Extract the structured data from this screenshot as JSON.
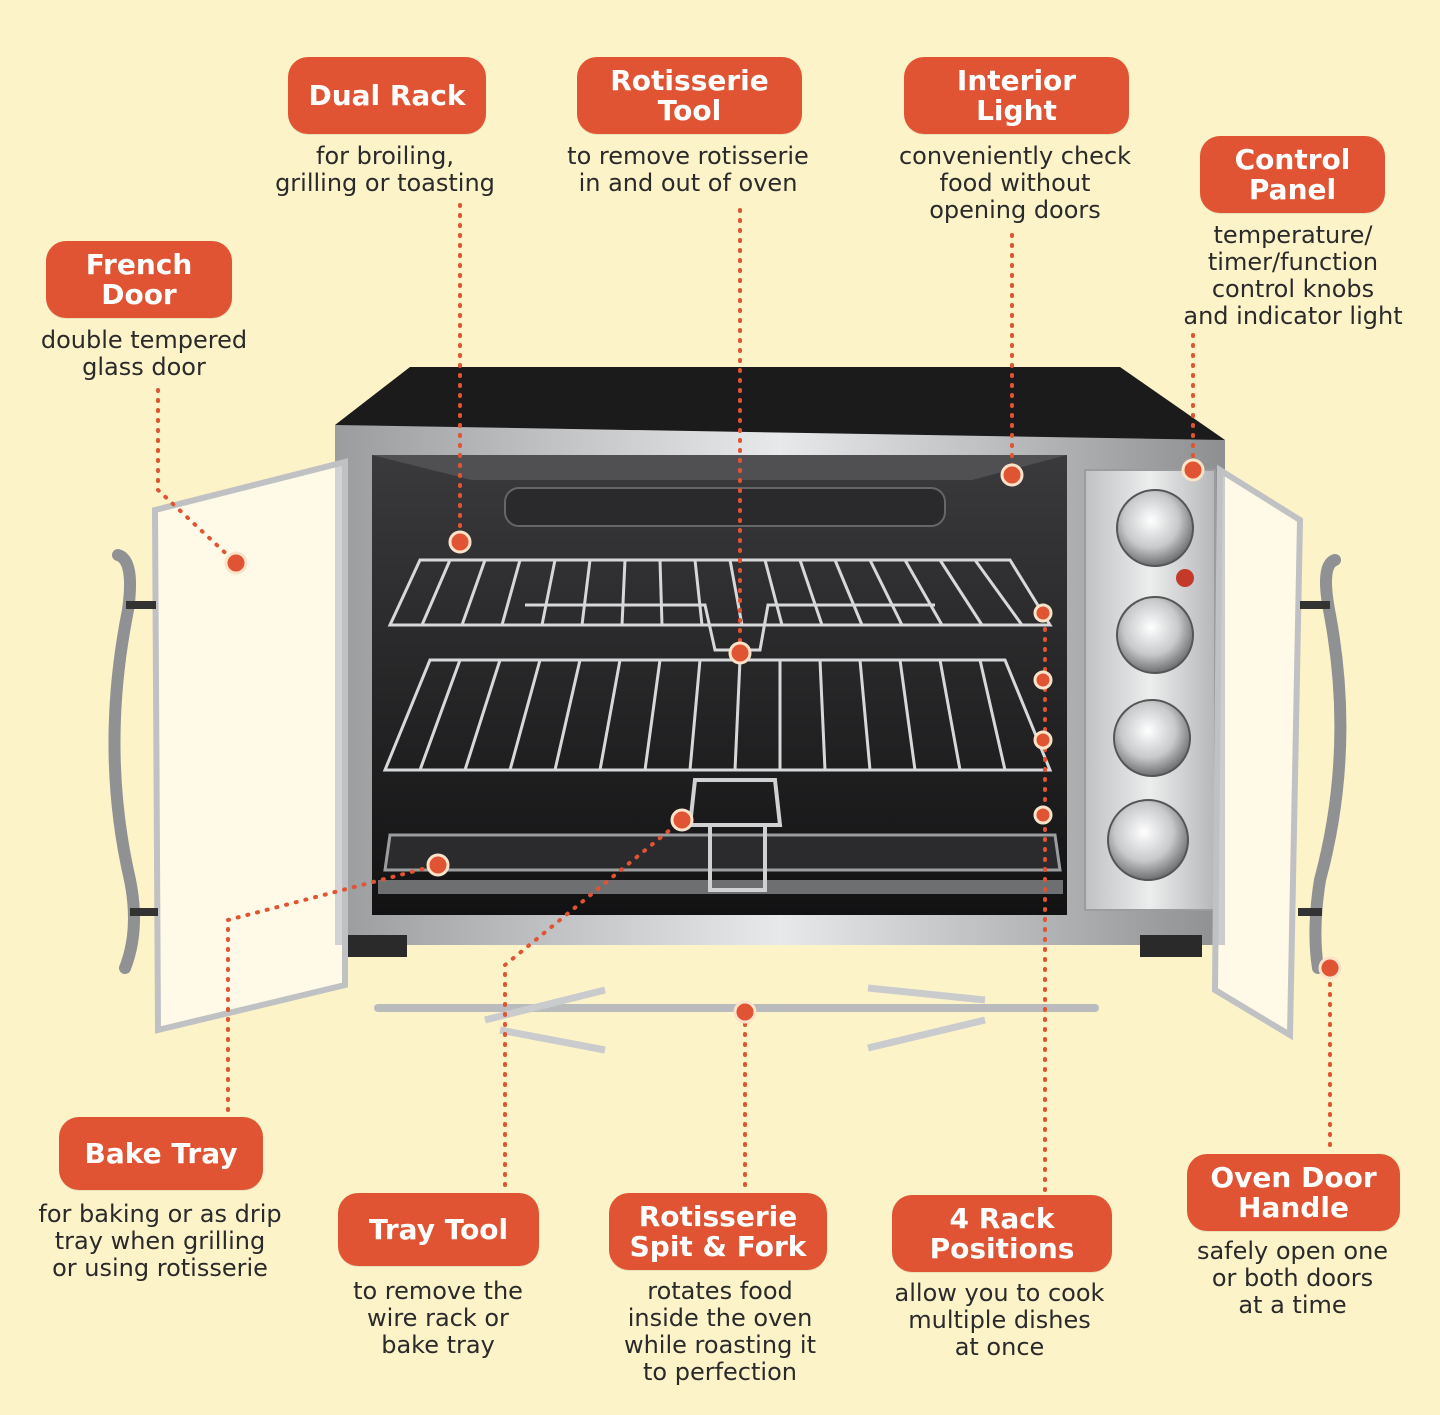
{
  "colors": {
    "background": "#fcf3c9",
    "badge": "#e05434",
    "leader_dot": "#e05434",
    "text": "#2a2a2a"
  },
  "callouts": {
    "dual_rack": {
      "title": "Dual Rack",
      "desc": "for broiling,\ngrilling or toasting"
    },
    "rotisserie_tool": {
      "title": "Rotisserie\nTool",
      "desc": "to remove rotisserie\nin and out of oven"
    },
    "interior_light": {
      "title": "Interior\nLight",
      "desc": "conveniently check\nfood without\nopening doors"
    },
    "control_panel": {
      "title": "Control\nPanel",
      "desc": "temperature/\ntimer/function\ncontrol knobs\nand indicator light"
    },
    "french_door": {
      "title": "French\nDoor",
      "desc": "double tempered\nglass door"
    },
    "bake_tray": {
      "title": "Bake Tray",
      "desc": "for baking or as drip\ntray when grilling\nor using rotisserie"
    },
    "tray_tool": {
      "title": "Tray Tool",
      "desc": "to remove the\nwire rack or\nbake tray"
    },
    "spit_fork": {
      "title": "Rotisserie\nSpit & Fork",
      "desc": "rotates food\ninside the oven\nwhile roasting it\nto perfection"
    },
    "rack_positions": {
      "title": "4 Rack\nPositions",
      "desc": "allow you to cook\nmultiple dishes\nat once"
    },
    "door_handle": {
      "title": "Oven Door\nHandle",
      "desc": "safely open one\nor both doors\nat a time"
    }
  }
}
